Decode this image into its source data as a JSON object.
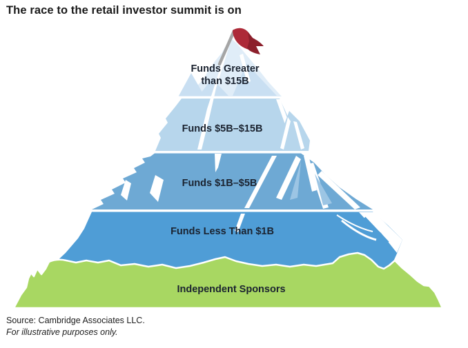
{
  "title": "The race to the retail investor summit is on",
  "diagram": {
    "type": "mountain-tier-diagram",
    "summit_flag_icon": "red-summit-flag",
    "flag_color": "#ad2a38",
    "flag_fold_color": "#8c1f2b",
    "tiers": [
      {
        "name": "funds-greater-than-15b",
        "label": "Funds Greater than $15B",
        "line1": "Funds Greater",
        "line2": "than $15B",
        "color": "#e0edf8"
      },
      {
        "name": "funds-5b-15b",
        "label": "Funds $5B–$15B",
        "color": "#b7d6ec"
      },
      {
        "name": "funds-1b-5b",
        "label": "Funds $1B–$5B",
        "color": "#6ea9d4"
      },
      {
        "name": "funds-less-than-1b",
        "label": "Funds Less Than $1B",
        "color": "#4f9dd6"
      },
      {
        "name": "independent-sponsors",
        "label": "Independent Sponsors",
        "color": "#a8d762"
      }
    ]
  },
  "footer": {
    "source": "Source: Cambridge Associates LLC.",
    "disclaimer": "For illustrative purposes only."
  }
}
